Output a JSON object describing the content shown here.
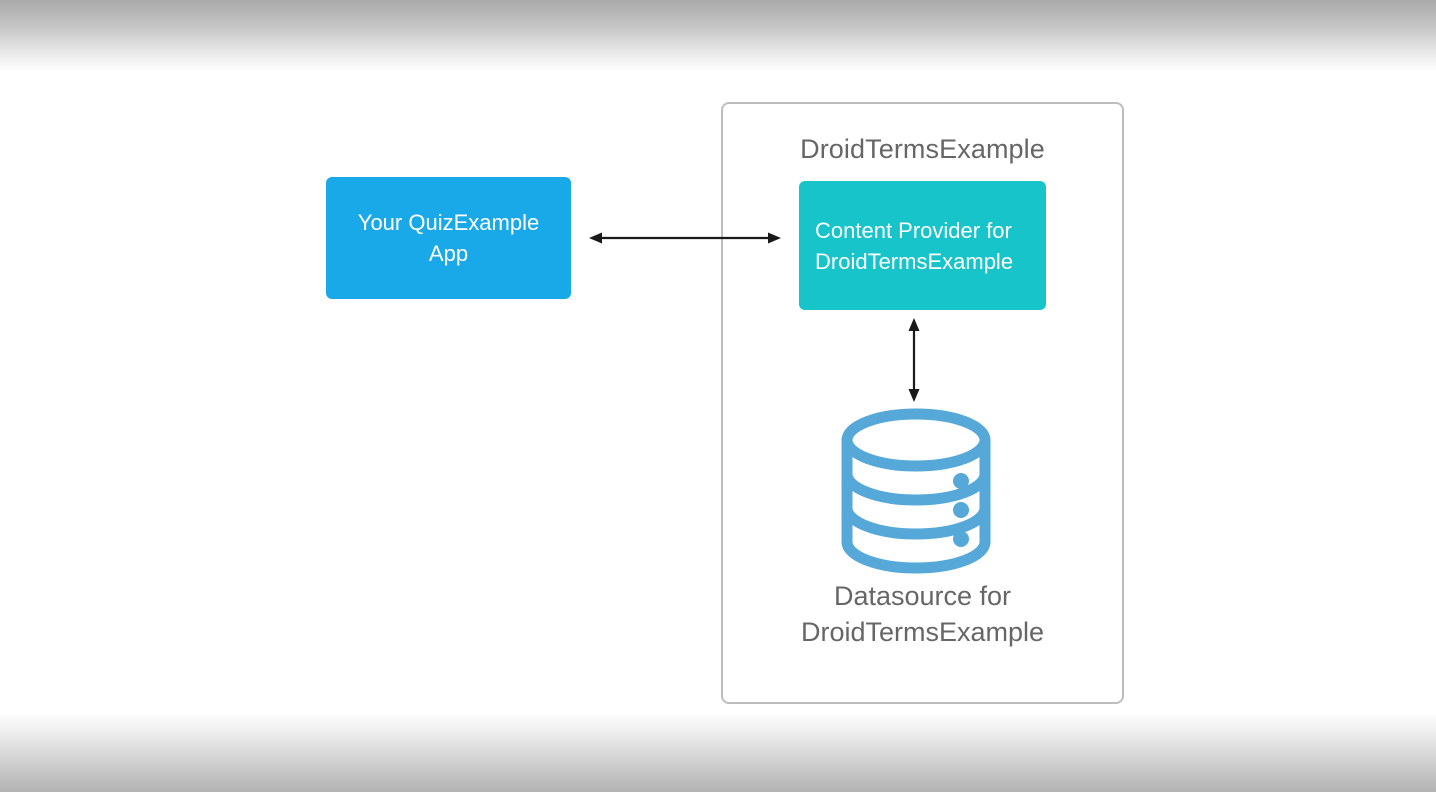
{
  "diagram": {
    "group": {
      "title": "DroidTermsExample"
    },
    "client_box": {
      "label": "Your QuizExample App",
      "color": "#1aa9e8",
      "text_color": "#ffffff"
    },
    "provider_box": {
      "line1": "Content Provider for",
      "line2": "DroidTermsExample",
      "color": "#17c4ca",
      "text_color": "#ffffff"
    },
    "datasource": {
      "icon": "database-cylinder-icon",
      "icon_color": "#55a8d8",
      "caption_line1": "Datasource for",
      "caption_line2": "DroidTermsExample",
      "caption_color": "#666666"
    },
    "connectors": [
      {
        "name": "app-to-provider-arrow",
        "style": "double-headed-horizontal",
        "color": "#1a1a1a"
      },
      {
        "name": "provider-to-datasource-arrow",
        "style": "double-headed-vertical",
        "color": "#1a1a1a"
      }
    ]
  },
  "player": {
    "avatar": "user-avatar-icon",
    "top_overlay": "player-top-gradient",
    "bottom_overlay": "player-bottom-gradient"
  }
}
